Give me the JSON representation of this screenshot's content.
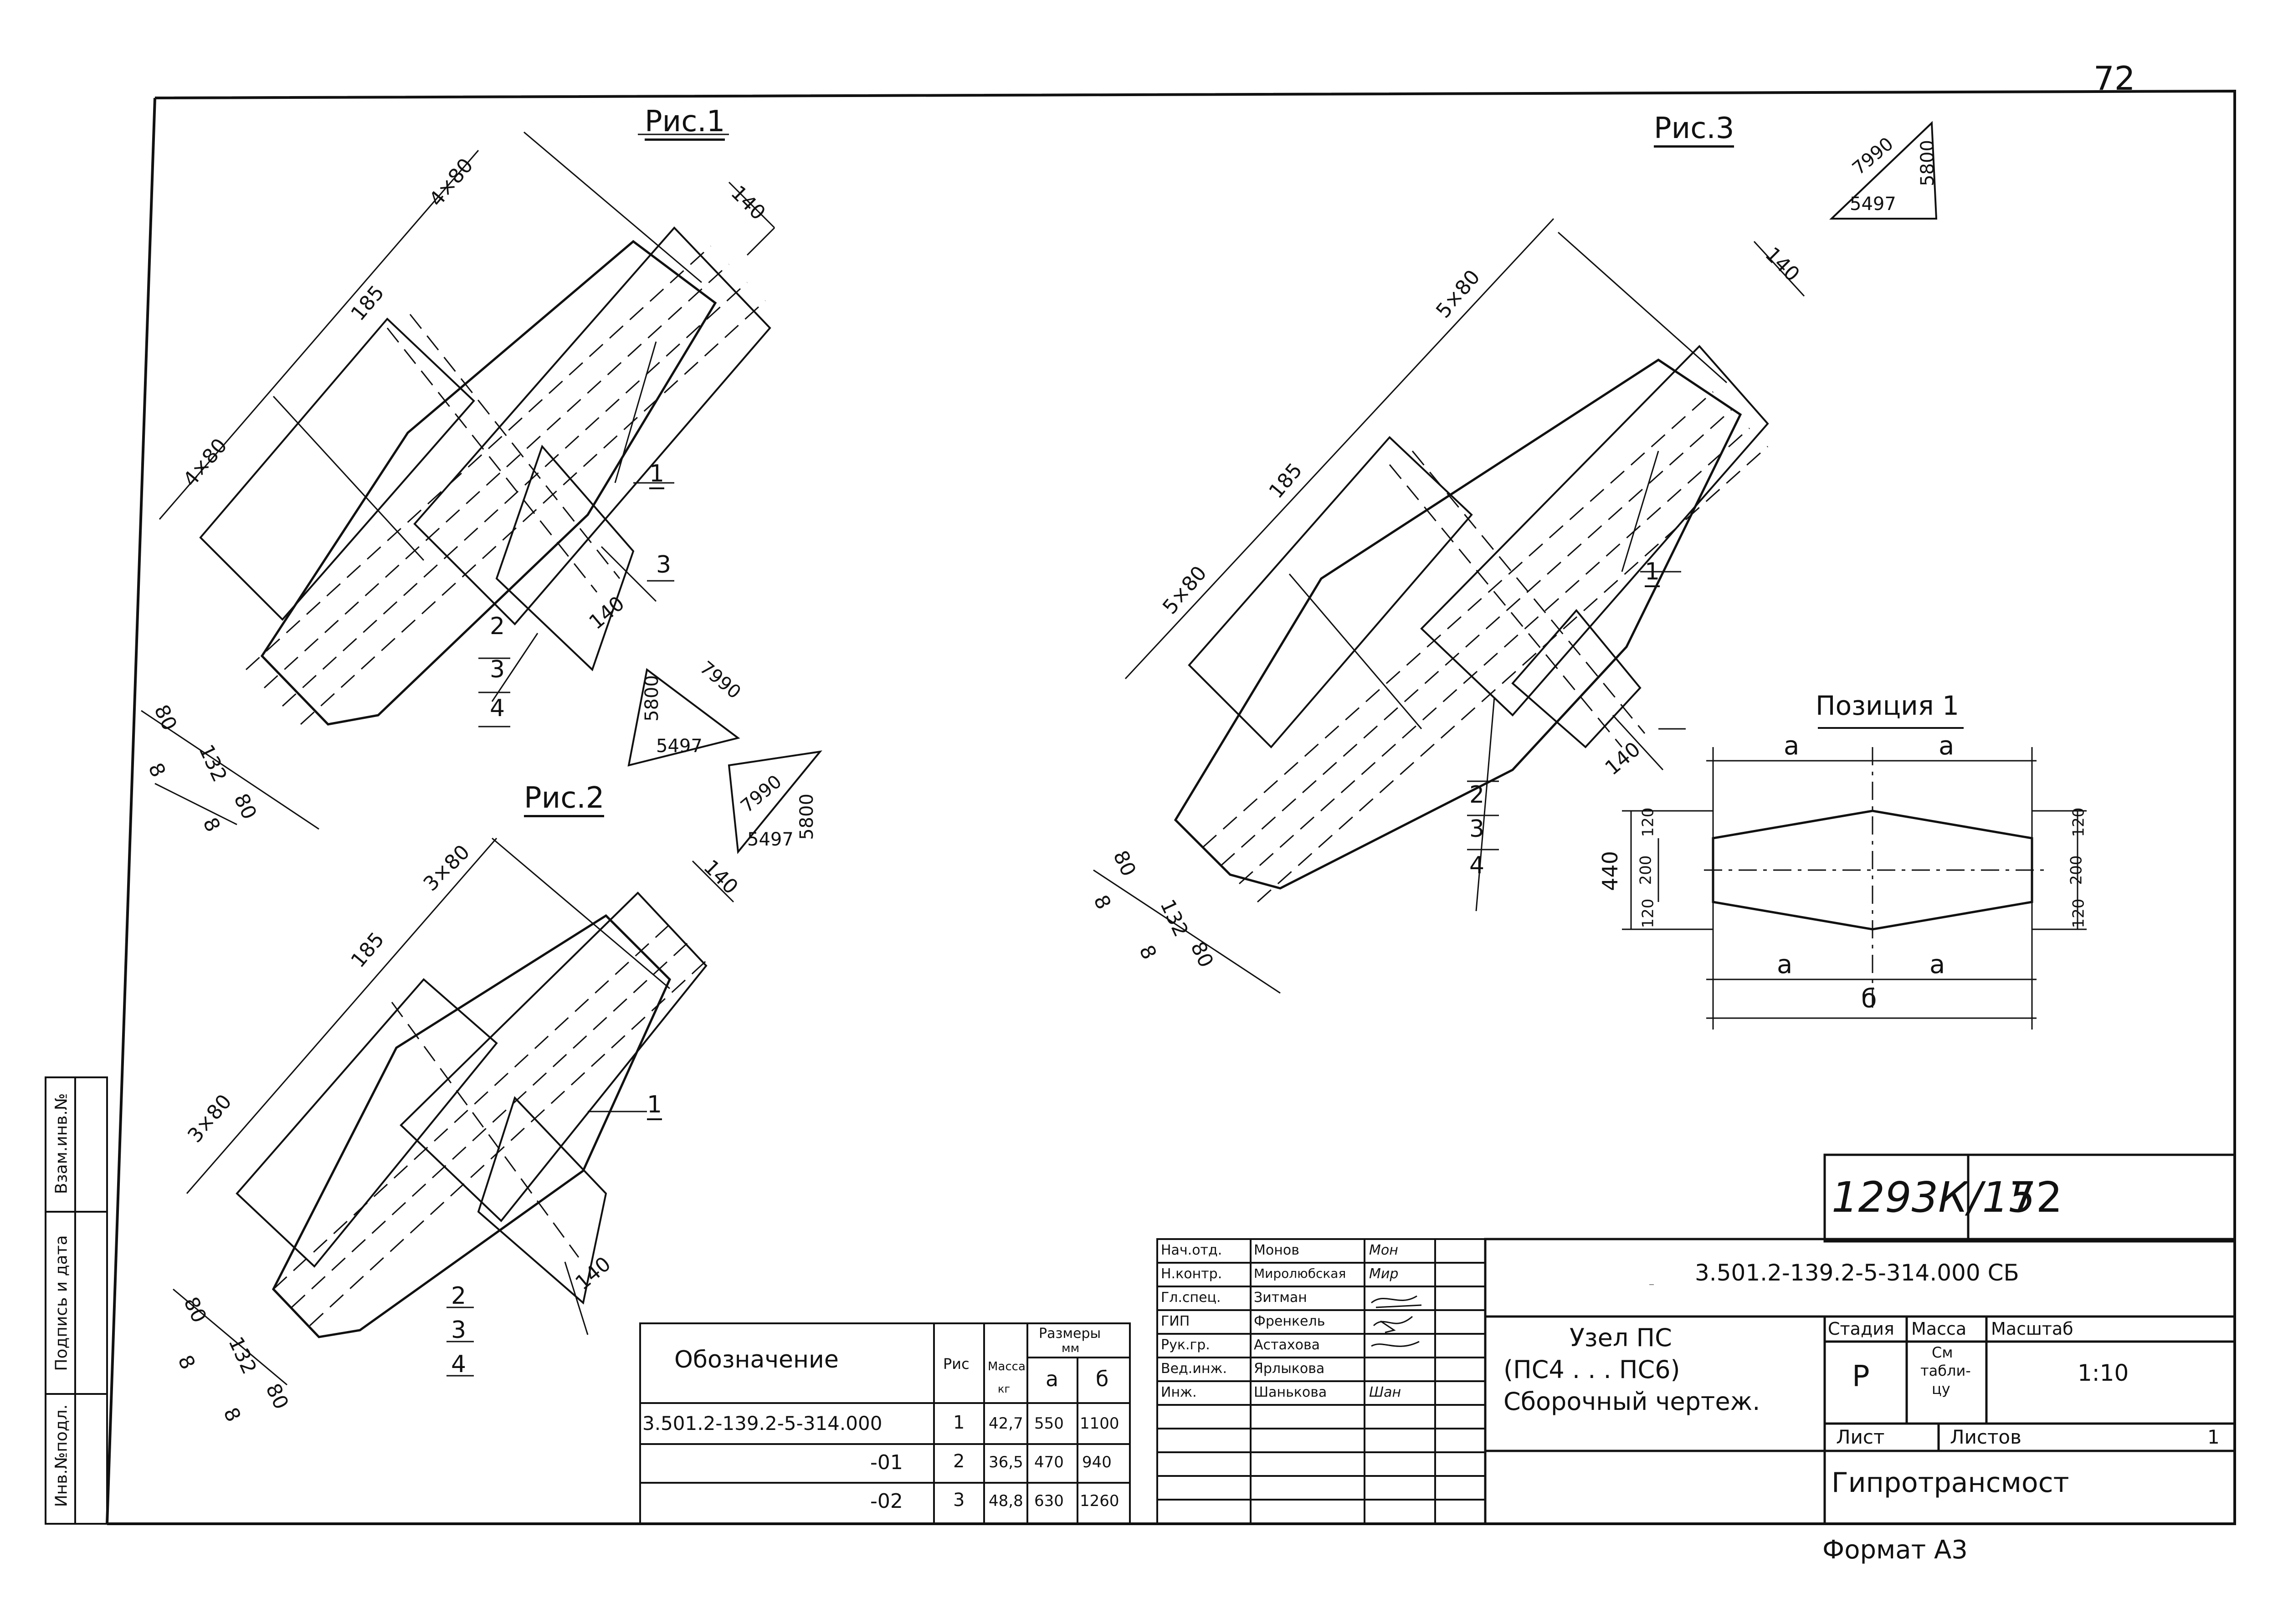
{
  "page_number": "72",
  "figures": {
    "fig1": {
      "title": "Рис.1",
      "dims": [
        "4×80",
        "185",
        "4×80",
        "140",
        "140",
        "80",
        "8",
        "132",
        "80",
        "8"
      ],
      "callouts": [
        "1",
        "3",
        "2",
        "3",
        "4"
      ],
      "triangle": [
        "7990",
        "5800",
        "5497"
      ]
    },
    "fig2": {
      "title": "Рис.2",
      "dims": [
        "3×80",
        "185",
        "3×80",
        "140",
        "140",
        "80",
        "8",
        "132",
        "80",
        "8"
      ],
      "callouts": [
        "1",
        "2",
        "3",
        "4"
      ],
      "triangle": [
        "7990",
        "5800",
        "5497"
      ]
    },
    "fig3": {
      "title": "Рис.3",
      "dims": [
        "5×80",
        "185",
        "5×80",
        "140",
        "140",
        "80",
        "8",
        "132",
        "80",
        "8"
      ],
      "callouts": [
        "1",
        "2",
        "3",
        "4"
      ],
      "triangle": [
        "7990",
        "5800",
        "5497"
      ]
    },
    "position1": {
      "title": "Позиция 1",
      "dims": [
        "a",
        "a",
        "a",
        "a",
        "б",
        "440",
        "120",
        "200",
        "120",
        "120",
        "200",
        "120"
      ]
    }
  },
  "spec_table": {
    "header": {
      "designation": "Обозначение",
      "fig": "Рис",
      "mass_line1": "Масса",
      "mass_line2": "кг",
      "sizes_line1": "Размеры",
      "sizes_line2": "мм",
      "col_a": "а",
      "col_b": "б"
    },
    "rows": [
      {
        "designation": "3.501.2-139.2-5-314.000",
        "fig": "1",
        "mass": "42,7",
        "a": "550",
        "b": "1100"
      },
      {
        "designation": "-01",
        "fig": "2",
        "mass": "36,5",
        "a": "470",
        "b": "940"
      },
      {
        "designation": "-02",
        "fig": "3",
        "mass": "48,8",
        "a": "630",
        "b": "1260"
      }
    ]
  },
  "signatures": [
    {
      "role": "Нач.отд.",
      "name": "Монов",
      "sign": "Мон"
    },
    {
      "role": "Н.контр.",
      "name": "Миролюбская",
      "sign": "Мир"
    },
    {
      "role": "Гл.спец.",
      "name": "Зитман",
      "sign": ""
    },
    {
      "role": "ГИП",
      "name": "Френкель",
      "sign": ""
    },
    {
      "role": "Рук.гр.",
      "name": "Астахова",
      "sign": ""
    },
    {
      "role": "Вед.инж.",
      "name": "Ярлыкова",
      "sign": ""
    },
    {
      "role": "Инж.",
      "name": "Шанькова",
      "sign": "Шан"
    }
  ],
  "title_block": {
    "album": "1293К/15",
    "sheet_no": "72",
    "document_code": "3.501.2-139.2-5-314.000 СБ",
    "title_line1": "Узел ПС",
    "title_line2": "(ПС4 . . . ПС6)",
    "title_line3": "Сборочный чертеж.",
    "stage_label": "Стадия",
    "mass_label": "Масса",
    "scale_label": "Масштаб",
    "stage_value": "Р",
    "mass_value_line1": "См",
    "mass_value_line2": "табли-",
    "mass_value_line3": "цу",
    "scale_value": "1:10",
    "sheet_label": "Лист",
    "sheets_label": "Листов",
    "sheets_value": "1",
    "organization": "Гипротрансмост"
  },
  "side_stamp": {
    "cell1": "Инв.№подл.",
    "cell2": "Подпись и дата",
    "cell3": "Взам.инв.№"
  },
  "format": "Формат А3"
}
